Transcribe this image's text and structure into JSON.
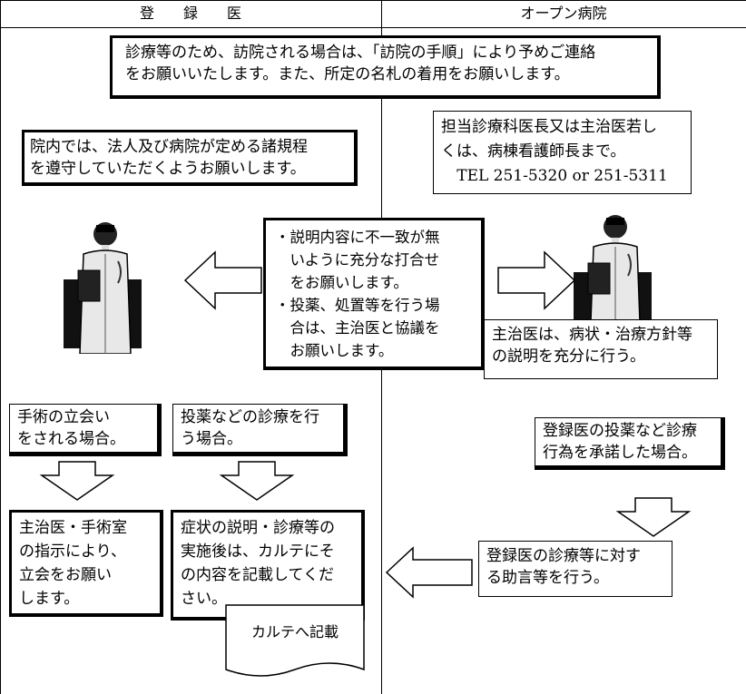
{
  "header": {
    "left_title": "登　　録　　医",
    "right_title": "オープン病院"
  },
  "top_notice": {
    "lines": [
      "診療等のため、訪院される場合は、「訪院の手順」により予めご連絡",
      "をお願いいたします。また、所定の名札の着用をお願いします。"
    ]
  },
  "left_rules_box": {
    "lines": [
      "院内では、法人及び病院が定める諸規程",
      "を遵守していただくようお願いします。"
    ]
  },
  "right_contact_box": {
    "lines": [
      "担当診療科医長又は主治医若し",
      "くは、病棟看護師長まで。",
      "TEL 251-5320 or 251-5311"
    ]
  },
  "center_box": {
    "lines": [
      "・説明内容に不一致が無",
      "　いように充分な打合せ",
      "　をお願いします。",
      "・投薬、処置等を行う場",
      "　合は、主治医と協議を",
      "　お願いします。"
    ]
  },
  "right_explain_box": {
    "lines": [
      "主治医は、病状・治療方針等",
      "の説明を充分に行う。"
    ]
  },
  "surgery_box": {
    "lines": [
      "手術の立会い",
      "をされる場合。"
    ]
  },
  "medication_box": {
    "lines": [
      "投薬などの診療を行",
      "う場合。"
    ]
  },
  "approval_box": {
    "lines": [
      "登録医の投薬など診療",
      "行為を承諾した場合。"
    ]
  },
  "surgery_result_box": {
    "lines": [
      "主治医・手術室",
      "の指示により、",
      "立会をお願い",
      "します。"
    ]
  },
  "record_box": {
    "lines": [
      "症状の説明・診療等の",
      "実施後は、カルテにそ",
      "の内容を記載してくだ",
      "さい。"
    ]
  },
  "chart_note": {
    "text": "カルテへ記載"
  },
  "advice_box": {
    "lines": [
      "登録医の診療等に対す",
      "る助言等を行う。"
    ]
  },
  "icons": {
    "left_doctor": "doctor-figure-icon",
    "right_doctor": "doctor-figure-icon"
  }
}
